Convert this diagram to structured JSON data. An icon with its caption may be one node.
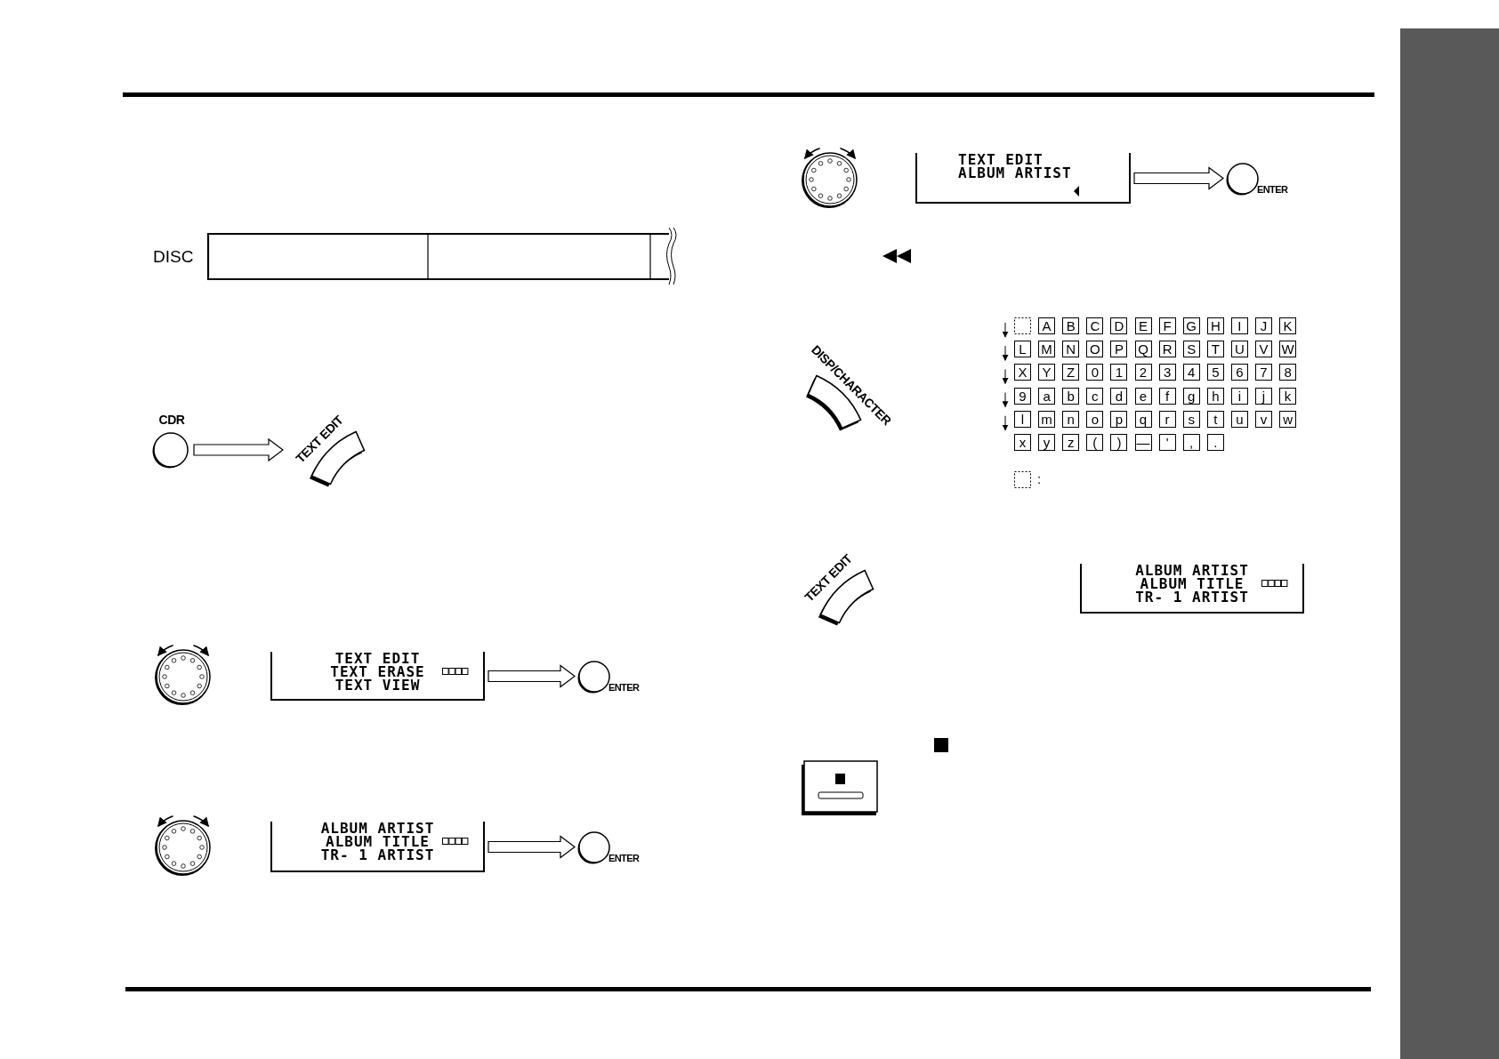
{
  "diagram": {
    "nodes": [
      {
        "text": [
          "CDR"
        ]
      },
      {
        "text": [
          "TEXT EDIT"
        ]
      },
      {
        "text": [
          "TEXT EDIT",
          "TEXT ERASE",
          "TEXT VIEW"
        ]
      },
      {
        "text": [
          "ENTER"
        ]
      },
      {
        "text": [
          "ALBUM ARTIST",
          "ALBUM TITLE",
          "TR- 1 ARTIST"
        ]
      },
      {
        "text": [
          "ENTER"
        ]
      },
      {
        "text": [
          "TEXT EDIT",
          "ALBUM ARTIST"
        ]
      },
      {
        "text": [
          "ENTER"
        ]
      },
      {
        "text": [
          "DISP/CHARACTER"
        ]
      },
      {
        "text": [
          "TEXT EDIT"
        ]
      },
      {
        "text": [
          "ALBUM ARTIST",
          "ALBUM TITLE",
          "TR- 1 ARTIST"
        ]
      },
      {
        "text": [],
        "shape": "bar"
      }
    ],
    "edges": [
      {
        "from": 0,
        "to": 1,
        "arrow": "to"
      },
      {
        "from": 2,
        "to": 3,
        "arrow": "to"
      },
      {
        "from": 4,
        "to": 5,
        "arrow": "to"
      },
      {
        "from": 6,
        "to": 7,
        "arrow": "to"
      }
    ],
    "labels": [
      "DISC",
      "A",
      "B",
      "C",
      "D",
      "E",
      "F",
      "G",
      "H",
      "I",
      "J",
      "K",
      "L",
      "M",
      "N",
      "O",
      "P",
      "Q",
      "R",
      "S",
      "T",
      "U",
      "V",
      "W",
      "X",
      "Y",
      "Z",
      "0",
      "1",
      "2",
      "3",
      "4",
      "5",
      "6",
      "7",
      "8",
      "9",
      "a",
      "b",
      "c",
      "d",
      "e",
      "f",
      "g",
      "h",
      "i",
      "j",
      "k",
      "l",
      "m",
      "n",
      "o",
      "p",
      "q",
      "r",
      "s",
      "t",
      "u",
      "v",
      "w",
      "x",
      "y",
      "z",
      "(",
      ")",
      "—",
      "'",
      ",",
      ".",
      ":"
    ]
  }
}
